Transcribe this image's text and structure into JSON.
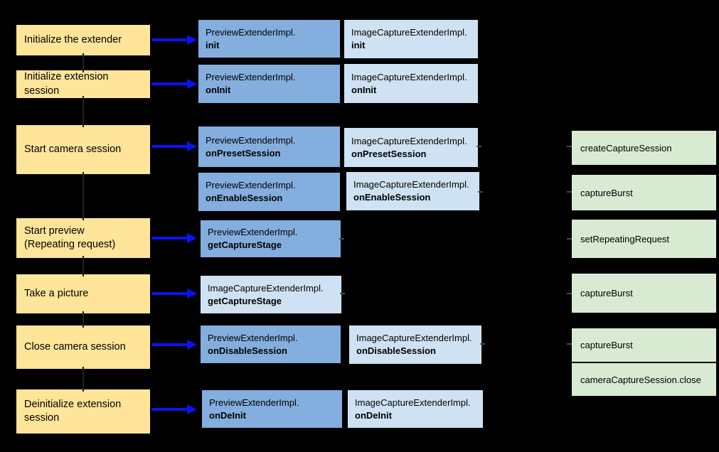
{
  "colors": {
    "background": "#000000",
    "step-fill": "#ffe599",
    "preview-fill": "#84aede",
    "capture-fill": "#cfe2f3",
    "camera2-fill": "#d9ead3",
    "arrow": "#0b12f2",
    "text": "#000000"
  },
  "diagram": {
    "steps": [
      {
        "label": "Initialize the extender"
      },
      {
        "label": [
          "Initialize extension",
          "session"
        ]
      },
      {
        "label": "Start camera session"
      },
      {
        "label": [
          "Start preview",
          "(Repeating request)"
        ]
      },
      {
        "label": "Take a picture"
      },
      {
        "label": "Close camera session"
      },
      {
        "label": [
          "Deinitialize extension",
          "session"
        ]
      }
    ],
    "preview_methods": [
      {
        "cls": "PreviewExtenderImpl.",
        "method": "init"
      },
      {
        "cls": "PreviewExtenderImpl.",
        "method": "onInit"
      },
      {
        "cls": "PreviewExtenderImpl.",
        "method": "onPresetSession"
      },
      {
        "cls": "PreviewExtenderImpl.",
        "method": "onEnableSession"
      },
      {
        "cls": "PreviewExtenderImpl.",
        "method": "getCaptureStage"
      },
      {
        "cls": "PreviewExtenderImpl.",
        "method": "onDisableSession"
      },
      {
        "cls": "PreviewExtenderImpl.",
        "method": "onDeInit"
      }
    ],
    "image_capture_methods": [
      {
        "cls": "ImageCaptureExtenderImpl.",
        "method": "init"
      },
      {
        "cls": "ImageCaptureExtenderImpl.",
        "method": "onInit"
      },
      {
        "cls": "ImageCaptureExtenderImpl.",
        "method": "onPresetSession"
      },
      {
        "cls": "ImageCaptureExtenderImpl.",
        "method": "onEnableSession"
      },
      {
        "cls": "ImageCaptureExtenderImpl.",
        "method": "getCaptureStage"
      },
      {
        "cls": "ImageCaptureExtenderImpl.",
        "method": "onDisableSession"
      },
      {
        "cls": "ImageCaptureExtenderImpl.",
        "method": "onDeInit"
      }
    ],
    "camera2_calls": [
      "createCaptureSession",
      "captureBurst",
      "setRepeatingRequest",
      "captureBurst",
      "captureBurst",
      "cameraCaptureSession.close"
    ]
  }
}
